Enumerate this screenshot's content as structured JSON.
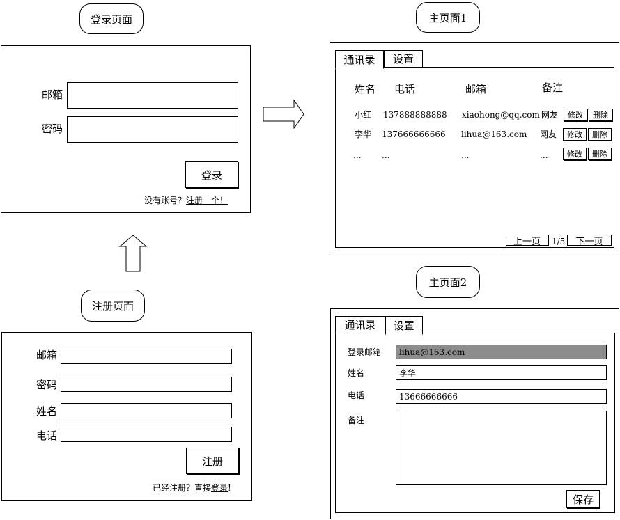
{
  "login": {
    "title": "登录页面",
    "email_label": "邮箱",
    "password_label": "密码",
    "login_button": "登录",
    "no_account_text": "没有账号？",
    "register_link": "注册一个！"
  },
  "register": {
    "title": "注册页面",
    "email_label": "邮箱",
    "password_label": "密码",
    "name_label": "姓名",
    "phone_label": "电话",
    "register_button": "注册",
    "already_text": "已经注册？直接",
    "login_link": "登录",
    "exclaim": "!"
  },
  "main1": {
    "title": "主页面1",
    "tabs": [
      "通讯录",
      "设置"
    ],
    "columns": [
      "姓名",
      "电话",
      "邮箱",
      "备注"
    ],
    "rows": [
      {
        "name": "小红",
        "phone": "137888888888",
        "email": "xiaohong@qq.com",
        "note": "网友"
      },
      {
        "name": "李华",
        "phone": "137666666666",
        "email": "lihua@163.com",
        "note": "网友"
      },
      {
        "name": "...",
        "phone": "...",
        "email": "...",
        "note": "..."
      }
    ],
    "edit_label": "修改",
    "delete_label": "删除",
    "prev_page": "上一页",
    "page_indicator": "1/5",
    "next_page": "下一页"
  },
  "main2": {
    "title": "主页面2",
    "tabs": [
      "通讯录",
      "设置"
    ],
    "email_label": "登录邮箱",
    "email_value": "lihua@163.com",
    "name_label": "姓名",
    "name_value": "李华",
    "phone_label": "电话",
    "phone_value": "13666666666",
    "note_label": "备注",
    "save_button": "保存"
  },
  "colors": {
    "readonly_fill": "#8c8c8c"
  }
}
